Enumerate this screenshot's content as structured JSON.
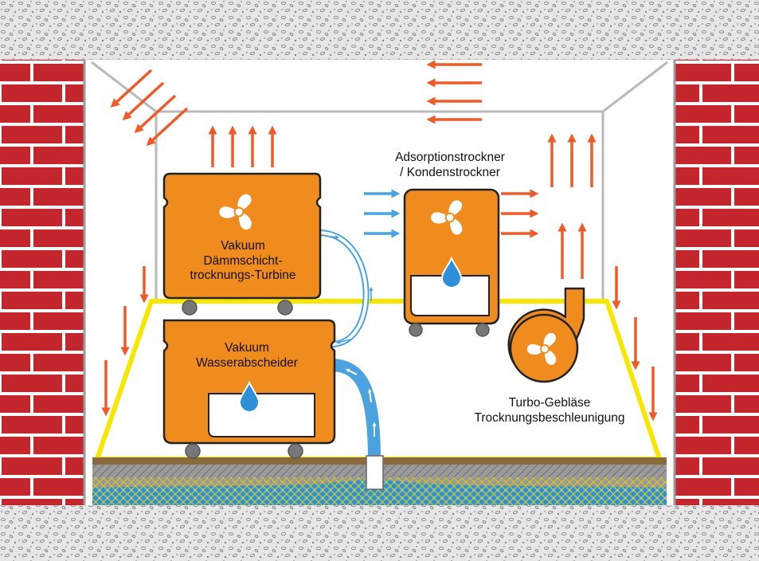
{
  "labels": {
    "turbine": [
      "Vakuum",
      "Dämmschicht-",
      "trocknungs-Turbine"
    ],
    "separator": [
      "Vakuum",
      "Wasserabscheider"
    ],
    "dryer": [
      "Adsorptionstrockner",
      "/ Kondenstrockner"
    ],
    "blower": [
      "Turbo-Gebläse",
      "Trocknungsbeschleunigung"
    ]
  },
  "colors": {
    "brick": "#c4262e",
    "mortar": "#ffffff",
    "concrete": "#e6e6e6",
    "device_orange": "#f08c1e",
    "device_outline": "#222222",
    "airflow_red": "#ee5a28",
    "intake_blue": "#4aa3df",
    "water_blue": "#2f8fd8",
    "floor_yellow": "#f7e600",
    "screed_gray": "#8a8a8a",
    "timber_brown": "#8a6a3c"
  },
  "icons": {
    "fan": "fan-icon",
    "droplet": "water-drop-icon",
    "wheel": "caster-wheel-icon"
  }
}
